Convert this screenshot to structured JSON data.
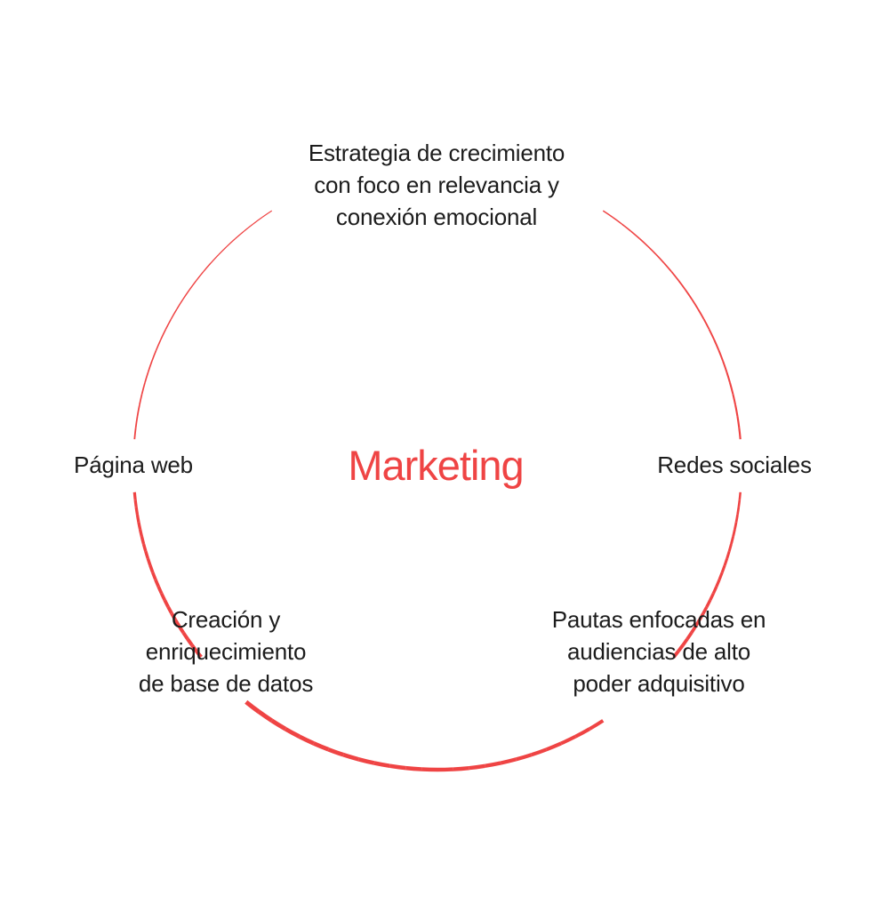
{
  "diagram": {
    "center_label": "Marketing",
    "nodes": [
      {
        "id": "top",
        "label": "Estrategia de crecimiento\ncon foco en relevancia y\nconexión emocional"
      },
      {
        "id": "left",
        "label": "Página web"
      },
      {
        "id": "right",
        "label": "Redes sociales"
      },
      {
        "id": "bottom-left",
        "label": "Creación y\nenriquecimiento\nde base de datos"
      },
      {
        "id": "bottom-right",
        "label": "Pautas enfocadas en\naudiencias de alto\npoder adquisitivo"
      }
    ],
    "colors": {
      "accent": "#ef4444",
      "text": "#1c1c1c",
      "background": "#ffffff"
    }
  }
}
